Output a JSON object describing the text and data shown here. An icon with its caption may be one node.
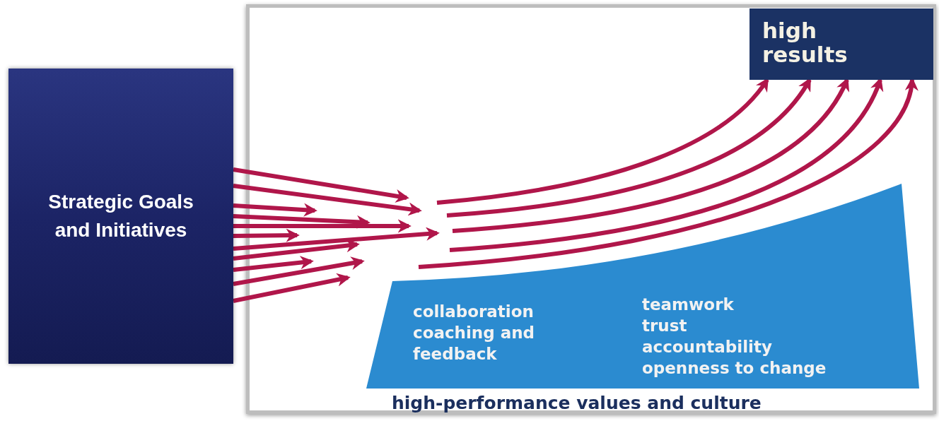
{
  "diagram": {
    "nodes": [
      {
        "text": [
          "Strategic Goals and Initiatives"
        ]
      },
      {
        "text": [
          "high results"
        ]
      },
      {
        "text": [
          "collaboration",
          "coaching and feedback",
          "teamwork",
          "trust",
          "accountability",
          "openness to change"
        ],
        "beside": [
          "high-performance values and culture"
        ]
      }
    ],
    "edges": [
      {
        "from": 0,
        "to": null,
        "arrow": "to"
      },
      {
        "from": 0,
        "to": null,
        "arrow": "to"
      },
      {
        "from": 0,
        "to": null,
        "arrow": "to"
      },
      {
        "from": 0,
        "to": null,
        "arrow": "to"
      },
      {
        "from": 0,
        "to": null,
        "arrow": "to"
      },
      {
        "from": 0,
        "to": null,
        "arrow": "to"
      },
      {
        "from": 0,
        "to": null,
        "arrow": "to"
      },
      {
        "from": 0,
        "to": null,
        "arrow": "to"
      },
      {
        "from": 0,
        "to": null,
        "arrow": "to"
      },
      {
        "from": 0,
        "to": null,
        "arrow": "to"
      },
      {
        "from": 0,
        "to": null,
        "arrow": "to"
      },
      {
        "from": null,
        "to": 1,
        "arrow": "to"
      },
      {
        "from": null,
        "to": 1,
        "arrow": "to"
      },
      {
        "from": null,
        "to": 1,
        "arrow": "to"
      },
      {
        "from": null,
        "to": 1,
        "arrow": "to"
      },
      {
        "from": null,
        "to": 1,
        "arrow": "to"
      }
    ]
  }
}
